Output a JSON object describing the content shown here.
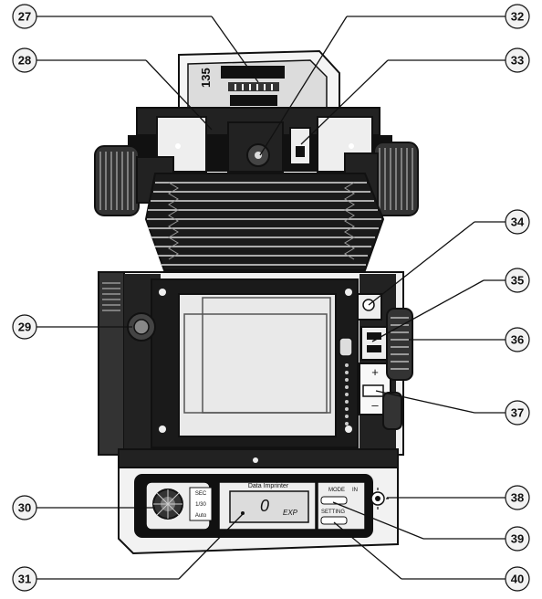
{
  "callouts": [
    {
      "number": "27"
    },
    {
      "number": "28"
    },
    {
      "number": "32"
    },
    {
      "number": "33"
    },
    {
      "number": "34"
    },
    {
      "number": "35"
    },
    {
      "number": "36"
    },
    {
      "number": "37"
    },
    {
      "number": "29"
    },
    {
      "number": "30"
    },
    {
      "number": "31"
    },
    {
      "number": "38"
    },
    {
      "number": "39"
    },
    {
      "number": "40"
    }
  ],
  "labels": {
    "film_format": "135",
    "control_panel_title": "Data Imprinter",
    "lcd_reading": "0",
    "lcd_unit": "EXP",
    "mode_label_1": "MODE",
    "mode_label_2": "IN",
    "mode_label_3": "SETTING",
    "dial_top": "SEC",
    "dial_mid": "1/30",
    "dial_bottom": "Auto"
  },
  "colors": {
    "ink": "#111111",
    "paper": "#ffffff",
    "shade": "#555555",
    "screen": "#e9e9e9"
  }
}
